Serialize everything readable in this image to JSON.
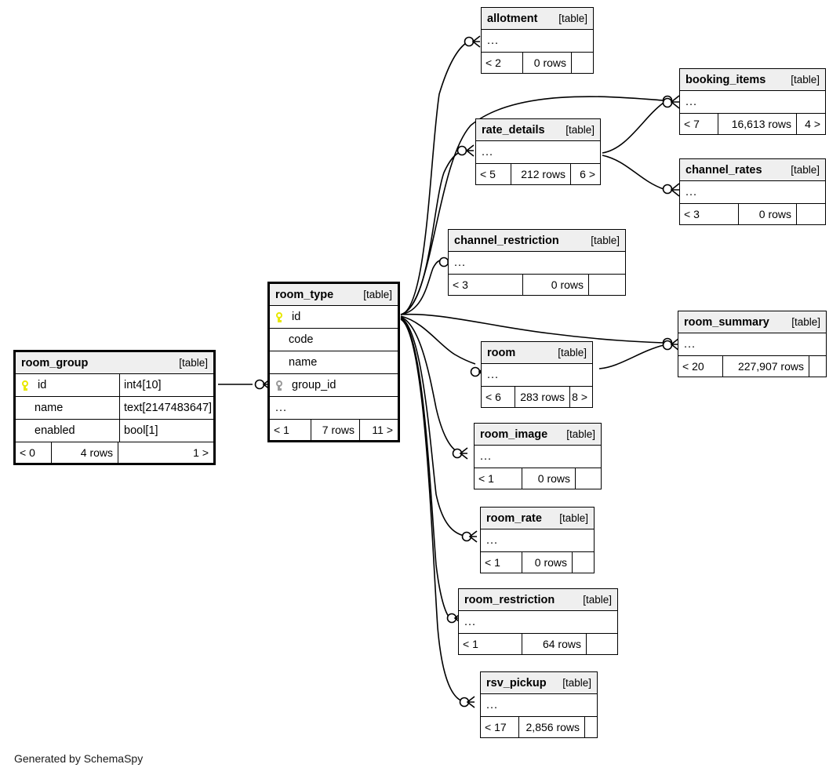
{
  "diagram": {
    "generator_note": "Generated by SchemaSpy",
    "table_tag": "[table]",
    "ellipsis": "...",
    "tables": [
      {
        "id": "allotment",
        "name": "allotment",
        "tag": "[table]",
        "columns": [],
        "has_ellipsis": true,
        "footer": {
          "left": "< 2",
          "middle": "0 rows",
          "right": ""
        }
      },
      {
        "id": "booking_items",
        "name": "booking_items",
        "tag": "[table]",
        "columns": [],
        "has_ellipsis": true,
        "footer": {
          "left": "< 7",
          "middle": "16,613 rows",
          "right": "4 >"
        }
      },
      {
        "id": "rate_details",
        "name": "rate_details",
        "tag": "[table]",
        "columns": [],
        "has_ellipsis": true,
        "footer": {
          "left": "< 5",
          "middle": "212 rows",
          "right": "6 >"
        }
      },
      {
        "id": "channel_rates",
        "name": "channel_rates",
        "tag": "[table]",
        "columns": [],
        "has_ellipsis": true,
        "footer": {
          "left": "< 3",
          "middle": "0 rows",
          "right": ""
        }
      },
      {
        "id": "channel_restriction",
        "name": "channel_restriction",
        "tag": "[table]",
        "columns": [],
        "has_ellipsis": true,
        "footer": {
          "left": "< 3",
          "middle": "0 rows",
          "right": ""
        }
      },
      {
        "id": "room_summary",
        "name": "room_summary",
        "tag": "[table]",
        "columns": [],
        "has_ellipsis": true,
        "footer": {
          "left": "< 20",
          "middle": "227,907 rows",
          "right": ""
        }
      },
      {
        "id": "room_type",
        "name": "room_type",
        "tag": "[table]",
        "columns": [
          {
            "name": "id",
            "key": "pk",
            "type": ""
          },
          {
            "name": "code",
            "key": "none",
            "type": ""
          },
          {
            "name": "name",
            "key": "none",
            "type": ""
          },
          {
            "name": "group_id",
            "key": "fk",
            "type": ""
          }
        ],
        "has_ellipsis": true,
        "footer": {
          "left": "< 1",
          "middle": "7 rows",
          "right": "11 >"
        }
      },
      {
        "id": "room",
        "name": "room",
        "tag": "[table]",
        "columns": [],
        "has_ellipsis": true,
        "footer": {
          "left": "< 6",
          "middle": "283 rows",
          "right": "8 >"
        }
      },
      {
        "id": "room_group",
        "name": "room_group",
        "tag": "[table]",
        "columns": [
          {
            "name": "id",
            "key": "pk",
            "type": "int4[10]"
          },
          {
            "name": "name",
            "key": "none",
            "type": "text[2147483647]"
          },
          {
            "name": "enabled",
            "key": "none",
            "type": "bool[1]"
          }
        ],
        "has_ellipsis": false,
        "footer": {
          "left": "< 0",
          "middle": "4 rows",
          "right": "1 >"
        }
      },
      {
        "id": "room_image",
        "name": "room_image",
        "tag": "[table]",
        "columns": [],
        "has_ellipsis": true,
        "footer": {
          "left": "< 1",
          "middle": "0 rows",
          "right": ""
        }
      },
      {
        "id": "room_rate",
        "name": "room_rate",
        "tag": "[table]",
        "columns": [],
        "has_ellipsis": true,
        "footer": {
          "left": "< 1",
          "middle": "0 rows",
          "right": ""
        }
      },
      {
        "id": "room_restriction",
        "name": "room_restriction",
        "tag": "[table]",
        "columns": [],
        "has_ellipsis": true,
        "footer": {
          "left": "< 1",
          "middle": "64 rows",
          "right": ""
        }
      },
      {
        "id": "rsv_pickup",
        "name": "rsv_pickup",
        "tag": "[table]",
        "columns": [],
        "has_ellipsis": true,
        "footer": {
          "left": "< 17",
          "middle": "2,856 rows",
          "right": ""
        }
      }
    ],
    "relationships": [
      {
        "from": "room_group",
        "to": "room_type"
      },
      {
        "from": "room_type",
        "to": "allotment"
      },
      {
        "from": "room_type",
        "to": "booking_items"
      },
      {
        "from": "room_type",
        "to": "rate_details"
      },
      {
        "from": "room_type",
        "to": "channel_restriction"
      },
      {
        "from": "room_type",
        "to": "room_summary"
      },
      {
        "from": "room_type",
        "to": "room"
      },
      {
        "from": "room_type",
        "to": "room_image"
      },
      {
        "from": "room_type",
        "to": "room_rate"
      },
      {
        "from": "room_type",
        "to": "room_restriction"
      },
      {
        "from": "room_type",
        "to": "rsv_pickup"
      },
      {
        "from": "rate_details",
        "to": "booking_items"
      },
      {
        "from": "rate_details",
        "to": "channel_rates"
      },
      {
        "from": "room",
        "to": "room_summary"
      }
    ],
    "colors": {
      "header_fill": "#efefef",
      "pk_key": "#e8e800",
      "fk_key": "#9a9a9a",
      "line": "#000000"
    }
  }
}
